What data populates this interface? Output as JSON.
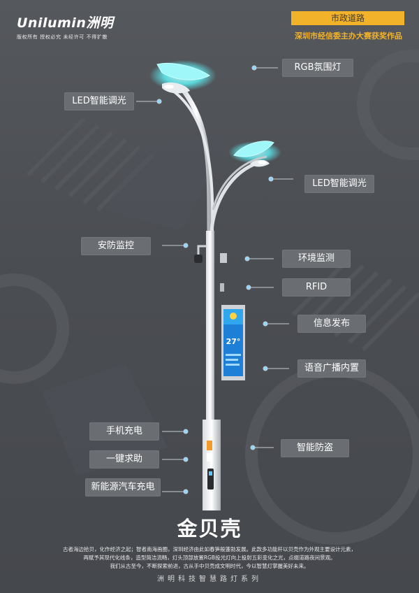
{
  "brand": {
    "logo": "Unilumin洲明",
    "slogan": "版权所有 授权必究 未经许可 不得扩散"
  },
  "category_tag": "市政道路",
  "award_text": "深圳市经信委主办大赛获奖作品",
  "callouts": [
    {
      "key": "rgb",
      "text": "RGB氛围灯"
    },
    {
      "key": "led_left",
      "text": "LED智能调光"
    },
    {
      "key": "led_right",
      "text": "LED智能调光"
    },
    {
      "key": "security",
      "text": "安防监控"
    },
    {
      "key": "env",
      "text": "环境监测"
    },
    {
      "key": "rfid",
      "text": "RFID"
    },
    {
      "key": "info",
      "text": "信息发布"
    },
    {
      "key": "voice",
      "text": "语音广播内置"
    },
    {
      "key": "phone_charge",
      "text": "手机充电"
    },
    {
      "key": "sos",
      "text": "一键求助"
    },
    {
      "key": "antitheft",
      "text": "智能防盗"
    },
    {
      "key": "ev_charge",
      "text": "新能源汽车充电"
    }
  ],
  "screen_temp": "27°",
  "product_name": "金贝壳",
  "description": [
    "古者海边拾贝，化作经济之起；智者南海画圈，深圳经济由此如春笋般蓬勃发展。此款多功能杆以贝壳作为外观主要设计元素，",
    "再赋予其现代化线条，造型简洁流畅，灯头顶部放置RGB投光灯向上投射五彩变化之光，点缀道路夜间景观。",
    "我们从古至今，不断探索前进，古从手中贝壳成文明时代，今以智慧灯掌握美好未来。"
  ],
  "footer": "洲明科技智慧路灯系列",
  "colors": {
    "accent": "#f2b22a",
    "glow": "#5ef0f4",
    "label_bg": "#6a6d72"
  }
}
